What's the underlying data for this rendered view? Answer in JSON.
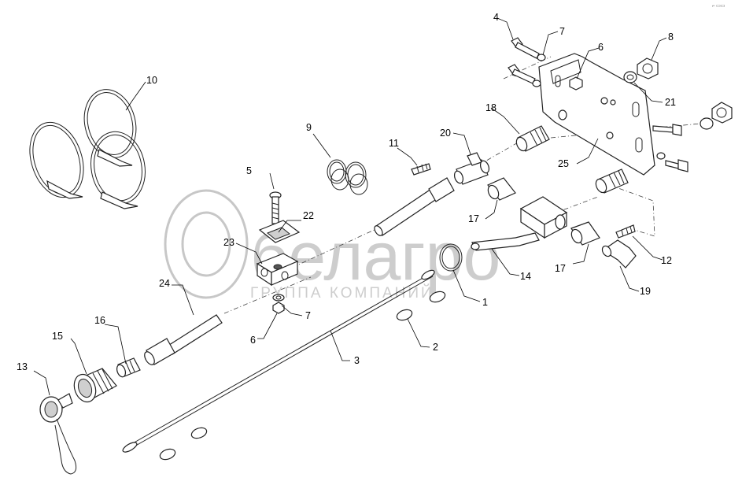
{
  "watermark": {
    "brand": "белагро",
    "subtitle": "ГРУППА КОМПАНИЙ"
  },
  "corner_mark": "⌐ ▭▭",
  "callouts": [
    {
      "id": "1",
      "text": "1"
    },
    {
      "id": "2",
      "text": "2"
    },
    {
      "id": "3",
      "text": "3"
    },
    {
      "id": "4",
      "text": "4"
    },
    {
      "id": "5",
      "text": "5"
    },
    {
      "id": "6a",
      "text": "6"
    },
    {
      "id": "6b",
      "text": "6"
    },
    {
      "id": "7a",
      "text": "7"
    },
    {
      "id": "7b",
      "text": "7"
    },
    {
      "id": "8",
      "text": "8"
    },
    {
      "id": "9",
      "text": "9"
    },
    {
      "id": "10",
      "text": "10"
    },
    {
      "id": "11",
      "text": "11"
    },
    {
      "id": "12",
      "text": "12"
    },
    {
      "id": "13",
      "text": "13"
    },
    {
      "id": "14",
      "text": "14"
    },
    {
      "id": "15",
      "text": "15"
    },
    {
      "id": "16",
      "text": "16"
    },
    {
      "id": "17a",
      "text": "17"
    },
    {
      "id": "17b",
      "text": "17"
    },
    {
      "id": "18",
      "text": "18"
    },
    {
      "id": "19",
      "text": "19"
    },
    {
      "id": "20",
      "text": "20"
    },
    {
      "id": "21",
      "text": "21"
    },
    {
      "id": "22",
      "text": "22"
    },
    {
      "id": "23",
      "text": "23"
    },
    {
      "id": "24",
      "text": "24"
    },
    {
      "id": "25",
      "text": "25"
    }
  ]
}
